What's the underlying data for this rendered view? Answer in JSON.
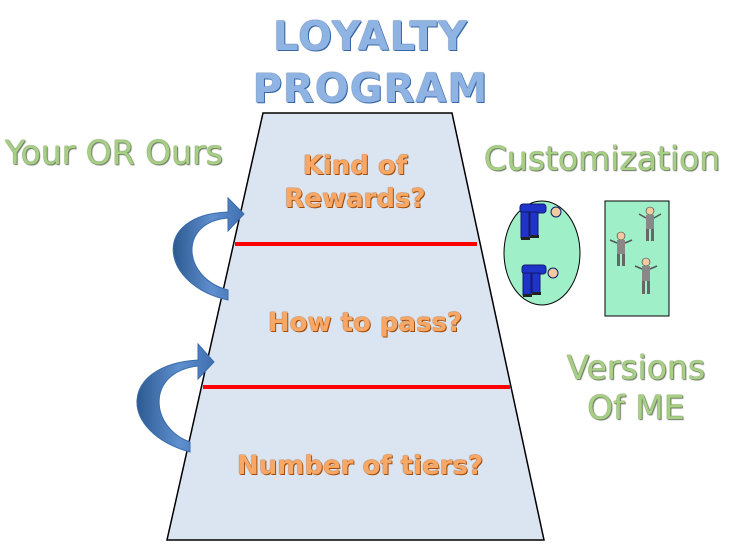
{
  "diagram": {
    "title_line1": "LOYALTY",
    "title_line2": "PROGRAM",
    "left_label": "Your OR Ours",
    "right_label_top": "Customization",
    "right_label_bottom_line1": "Versions",
    "right_label_bottom_line2": "Of ME",
    "tiers": [
      {
        "line1": "Kind of",
        "line2": "Rewards?"
      },
      {
        "line1": "How to pass?"
      },
      {
        "line1": "Number of tiers?"
      }
    ],
    "colors": {
      "pyramid_fill": "#dbe5f1",
      "divider": "#ff0000",
      "arrow": "#4f81bd",
      "oval_fill": "#9ff0c8",
      "rect_fill": "#9ff0c8"
    }
  }
}
